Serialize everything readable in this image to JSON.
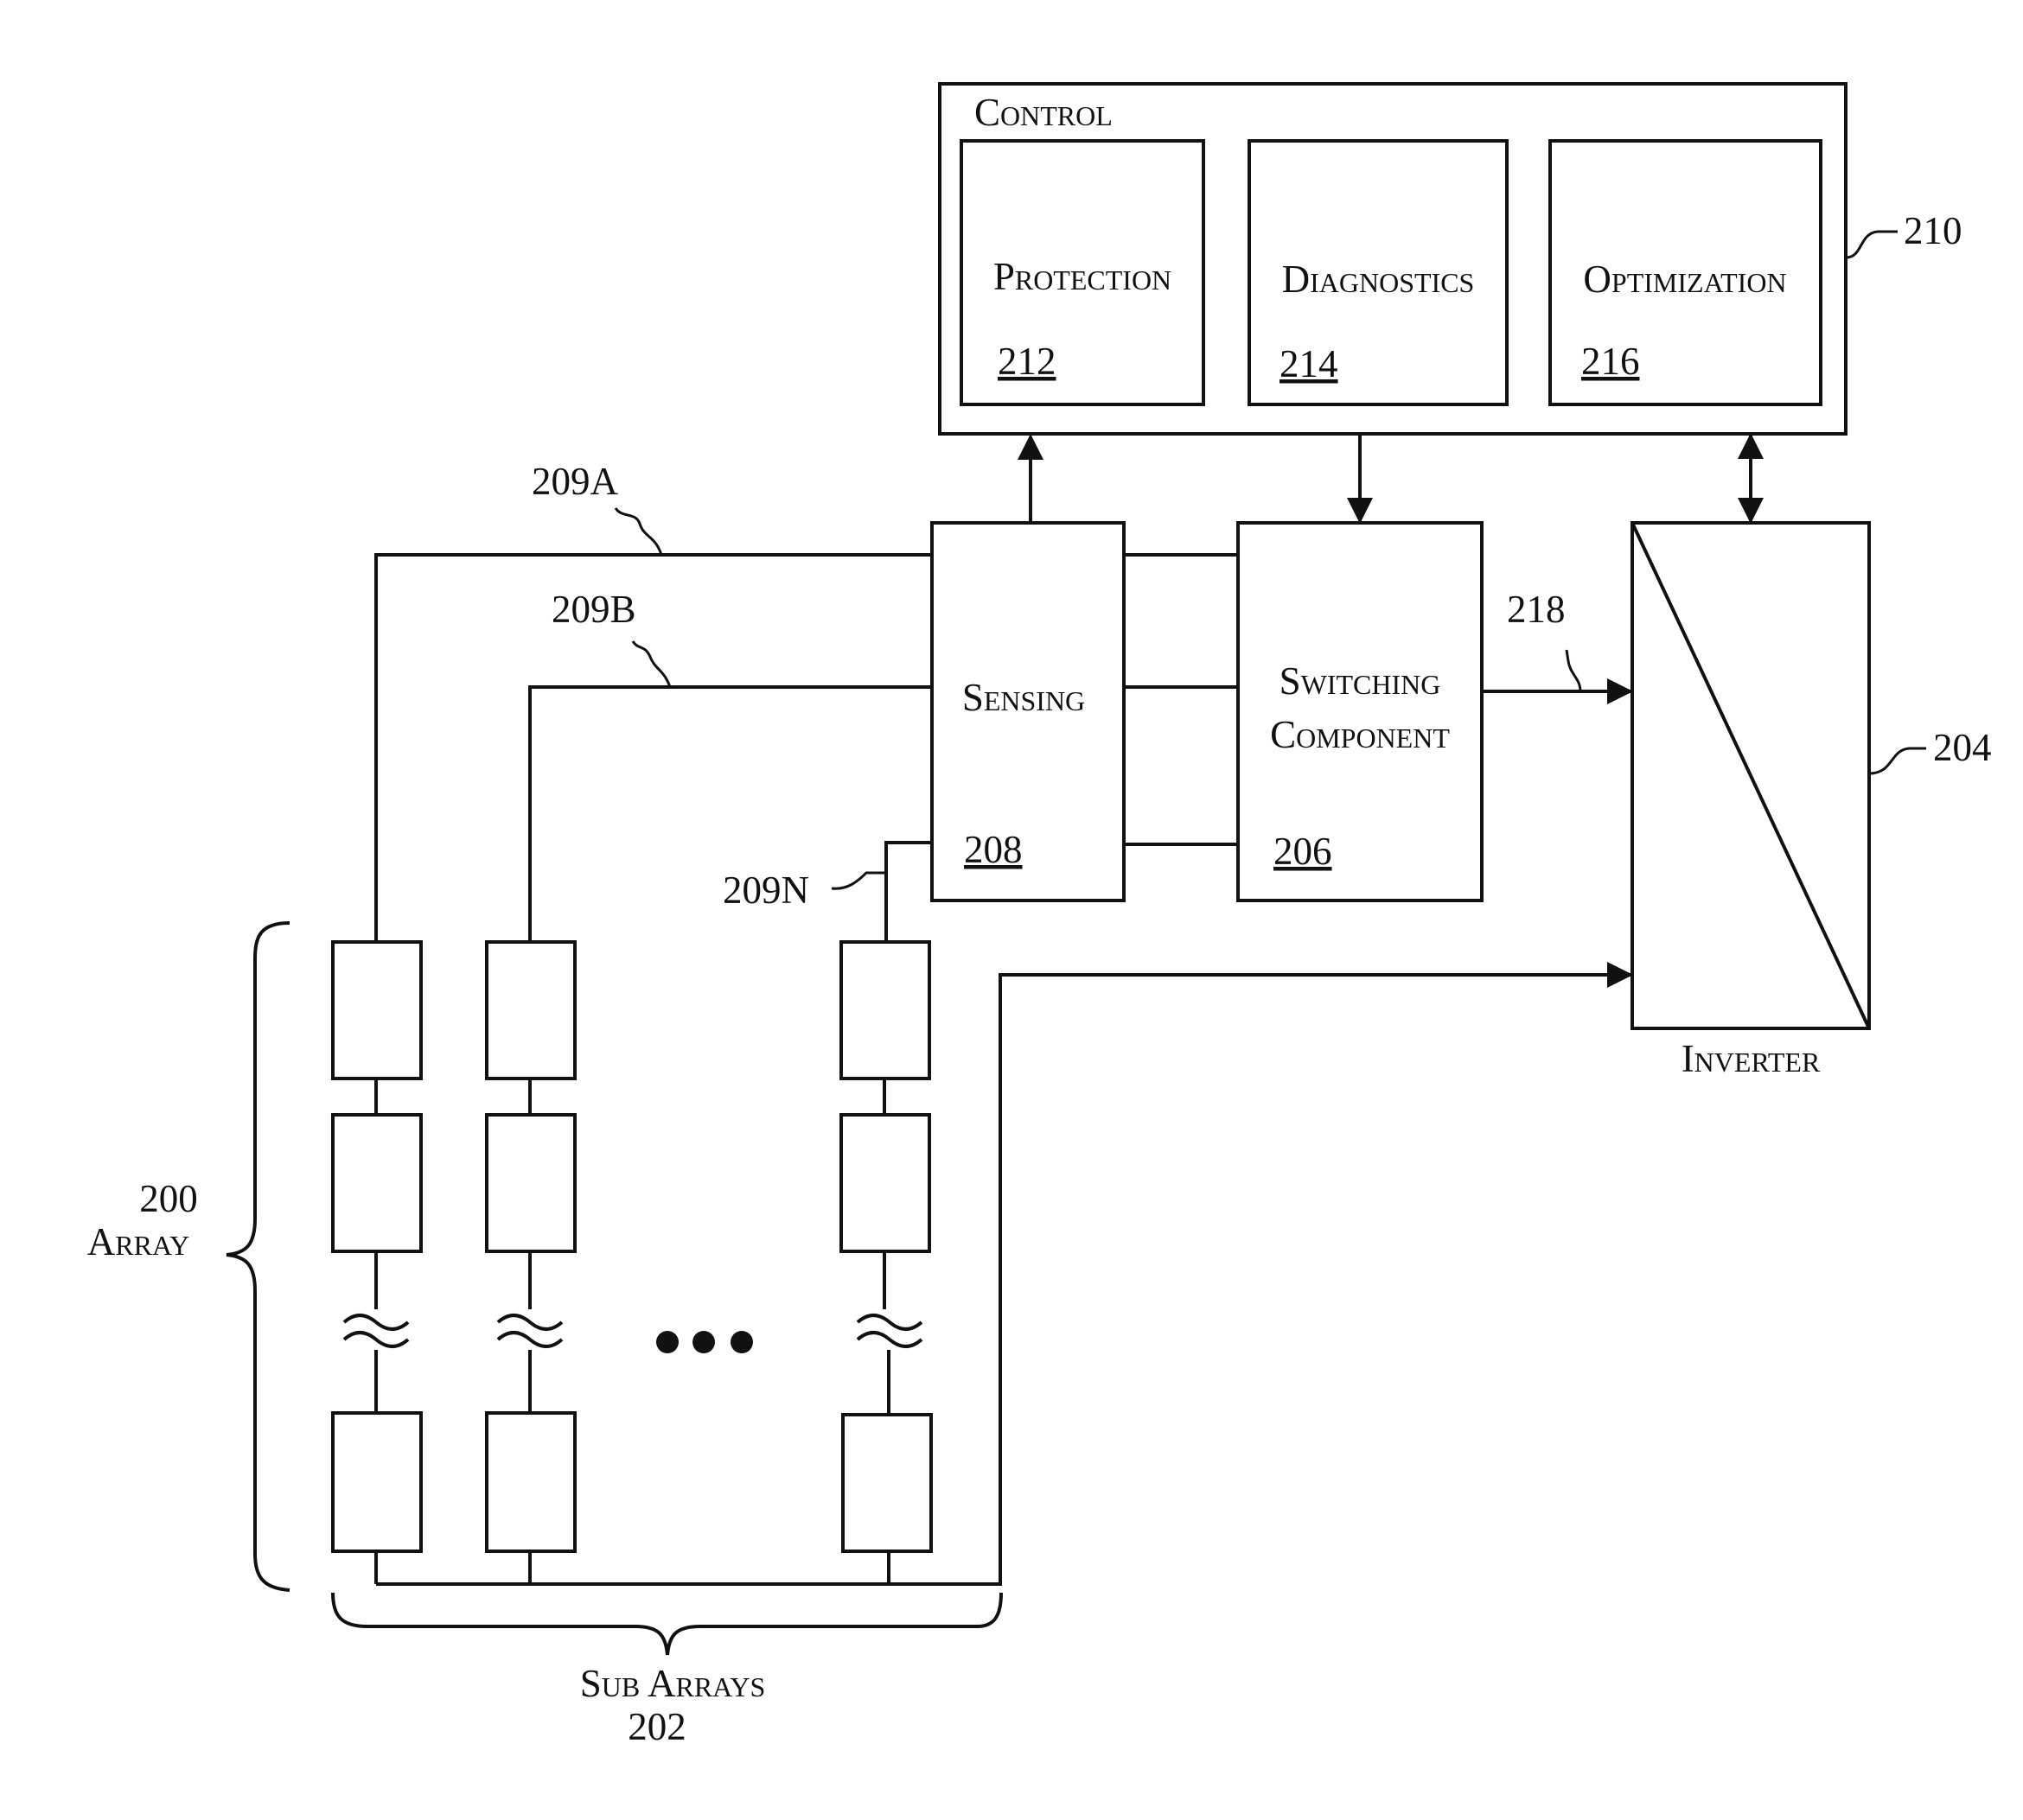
{
  "control": {
    "title": "Control",
    "ref": "210"
  },
  "protection": {
    "label": "Protection",
    "ref": "212"
  },
  "diagnostics": {
    "label": "Diagnostics",
    "ref": "214"
  },
  "optimization": {
    "label": "Optimization",
    "ref": "216"
  },
  "sensing": {
    "label": "Sensing",
    "ref": "208"
  },
  "switching": {
    "line1": "Switching",
    "line2": "Component",
    "ref": "206"
  },
  "inverter": {
    "label": "Inverter",
    "ref": "204"
  },
  "lines": {
    "a": "209A",
    "b": "209B",
    "n": "209N",
    "out": "218"
  },
  "array": {
    "ref": "200",
    "label": "Array"
  },
  "sub_arrays": {
    "label": "Sub Arrays",
    "ref": "202"
  }
}
